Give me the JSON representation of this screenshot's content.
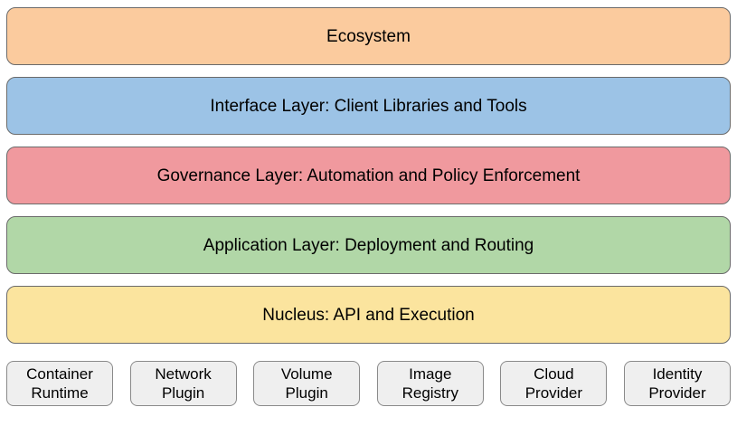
{
  "diagram": {
    "layers": [
      {
        "label": "Ecosystem",
        "color": "#FBCB9E"
      },
      {
        "label": "Interface Layer: Client Libraries and Tools",
        "color": "#9CC3E6"
      },
      {
        "label": "Governance Layer: Automation and Policy Enforcement",
        "color": "#F0999E"
      },
      {
        "label": "Application Layer: Deployment and Routing",
        "color": "#B1D7A7"
      },
      {
        "label": "Nucleus: API and Execution",
        "color": "#FBE49E"
      }
    ],
    "plugins": [
      {
        "label": "Container Runtime",
        "color": "#EFEFEF"
      },
      {
        "label": "Network Plugin",
        "color": "#EFEFEF"
      },
      {
        "label": "Volume Plugin",
        "color": "#EFEFEF"
      },
      {
        "label": "Image Registry",
        "color": "#EFEFEF"
      },
      {
        "label": "Cloud Provider",
        "color": "#EFEFEF"
      },
      {
        "label": "Identity Provider",
        "color": "#EFEFEF"
      }
    ],
    "layer_border_color": "#6b6b6b",
    "plugin_border_color": "#8a8a8a",
    "text_color": "#000000"
  }
}
